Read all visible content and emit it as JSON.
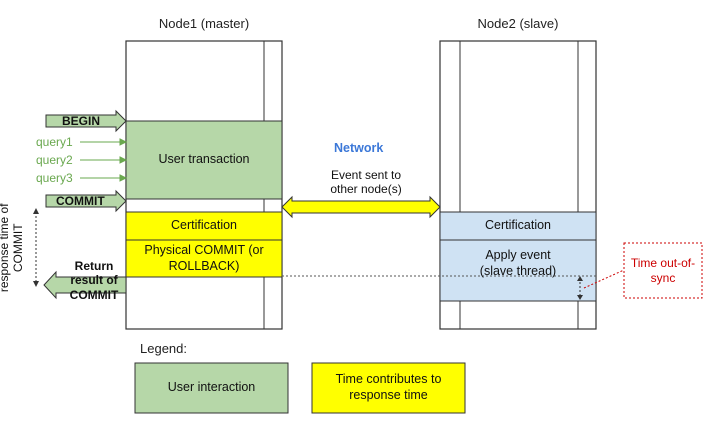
{
  "nodes": {
    "master_title": "Node1 (master)",
    "slave_title": "Node2 (slave)"
  },
  "master": {
    "user_transaction": "User transaction",
    "certification": "Certification",
    "physical_commit": "Physical COMMIT (or ROLLBACK)"
  },
  "slave": {
    "certification": "Certification",
    "apply_event": "Apply event (slave thread)"
  },
  "client": {
    "begin": "BEGIN",
    "query1": "query1",
    "query2": "query2",
    "query3": "query3",
    "commit": "COMMIT",
    "return_result": "Return result of COMMIT",
    "response_time": "response time of COMMIT"
  },
  "network": {
    "label": "Network",
    "event_sent": "Event sent to other node(s)"
  },
  "out_of_sync": "Time out-of-sync",
  "legend": {
    "title": "Legend:",
    "user_interaction": "User interaction",
    "response_time": "Time contributes to response time"
  },
  "colors": {
    "green_fill": "#b6d7a8",
    "yellow_fill": "#ffff00",
    "blue_fill": "#cfe2f3",
    "green_text": "#6aa84f",
    "network_blue": "#3c78d8",
    "red_text": "#cc0000"
  }
}
